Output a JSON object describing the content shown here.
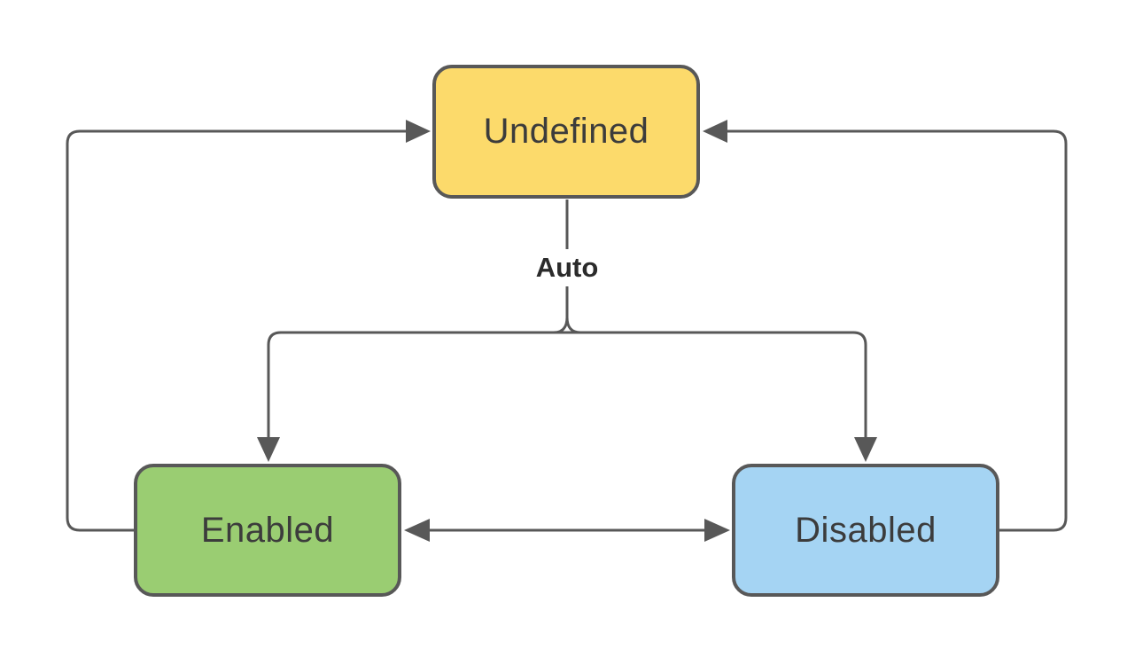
{
  "diagram": {
    "type": "state-diagram",
    "background": "#ffffff",
    "nodes": [
      {
        "id": "undefined",
        "label": "Undefined",
        "fill": "#FCDA6B",
        "border": "#585858"
      },
      {
        "id": "enabled",
        "label": "Enabled",
        "fill": "#9ACD72",
        "border": "#585858"
      },
      {
        "id": "disabled",
        "label": "Disabled",
        "fill": "#A5D4F3",
        "border": "#585858"
      }
    ],
    "edges": [
      {
        "from": "Undefined",
        "to": "Enabled",
        "label": "Auto"
      },
      {
        "from": "Undefined",
        "to": "Disabled",
        "label": "Auto"
      },
      {
        "from": "Enabled",
        "to": "Disabled",
        "label": ""
      },
      {
        "from": "Disabled",
        "to": "Enabled",
        "label": ""
      },
      {
        "from": "Enabled",
        "to": "Undefined",
        "label": ""
      },
      {
        "from": "Disabled",
        "to": "Undefined",
        "label": ""
      }
    ],
    "colors": {
      "line": "#585858",
      "node_text": "#3c3c3c",
      "edge_label_text": "#2b2b2b",
      "background": "#ffffff"
    }
  }
}
